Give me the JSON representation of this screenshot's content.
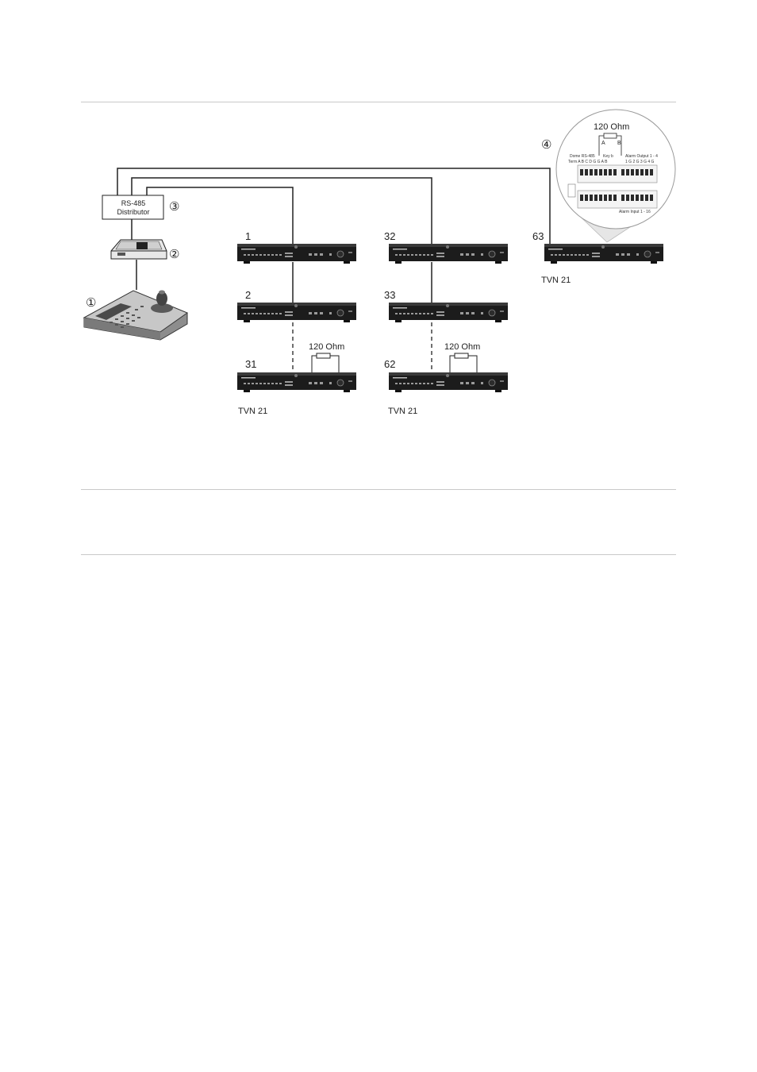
{
  "callouts": [
    "①",
    "②",
    "③",
    "④"
  ],
  "distributor": {
    "line1": "RS-485",
    "line2": "Distributor"
  },
  "recorders": {
    "r1": "1",
    "r2": "2",
    "r31": "31",
    "r32": "32",
    "r33": "33",
    "r62": "62",
    "r63": "63"
  },
  "model_labels": {
    "col1": "TVN 21",
    "col2": "TVN 21",
    "col3": "TVN 21"
  },
  "resistors": {
    "col1": "120 Ohm",
    "col2": "120 Ohm",
    "detail": "120 Ohm"
  },
  "detail": {
    "a": "A",
    "b": "B",
    "dome_rs485": "Dome RS-485",
    "term_row": "Term A B C D G G A B",
    "keyb": "Key b",
    "alarm_out": "Alarm Output 1 - 4",
    "alarm_out_row": "1 G 2 G 3 G 4 G",
    "alarm_in": "Alarm Input 1 - 16"
  },
  "colors": {
    "line": "#222222",
    "device": "#1c1c1c",
    "rule": "#c9c9c9"
  }
}
